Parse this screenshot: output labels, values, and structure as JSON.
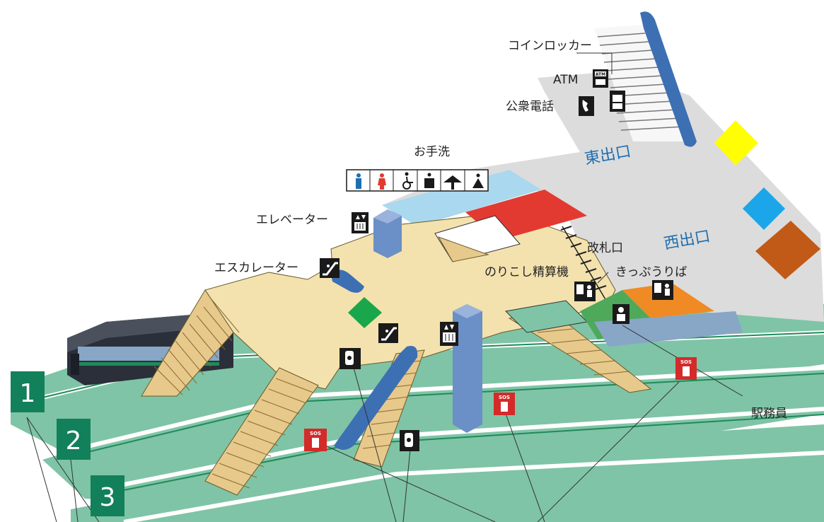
{
  "labels": {
    "coin_locker": "コインロッカー",
    "atm": "ATM",
    "payphone": "公衆電話",
    "east_exit": "東出口",
    "restroom": "お手洗",
    "west_exit": "西出口",
    "elevator": "エレベーター",
    "ticket_gate": "改札口",
    "escalator": "エスカレーター",
    "fare_adjust": "のりこし精算機",
    "ticket_office": "きっぷうりば",
    "station_staff": "駅務員"
  },
  "platforms": [
    "1",
    "2",
    "3"
  ],
  "icon_text": {
    "sos": "SOS",
    "atm": "ATM"
  },
  "colors": {
    "concourse": "#f3e2ae",
    "platform": "#7fc4a6",
    "track_line": "#1f8a5a",
    "platform_number_bg": "#12805a",
    "stairs": "#e7c98c",
    "elevator_shaft": "#6b8fc7",
    "escalator": "#3d6fb3",
    "ticket_gate_area": "#e23a31",
    "restroom_area": "#a9d8ef",
    "exit_area": "#dcdcdc",
    "ticket_office_area": "#f08a24",
    "staff_area": "#4ea95a",
    "sos": "#d42a2a",
    "marker_yellow": "#ffff00",
    "marker_blue": "#1aa6e8",
    "marker_orange": "#c25a17",
    "marker_green": "#1aa64a"
  },
  "icons": [
    "restroom-men-icon",
    "restroom-women-icon",
    "wheelchair-icon",
    "ostomate-icon",
    "baby-changing-icon",
    "baby-chair-icon",
    "elevator-icon",
    "escalator-icon",
    "atm-icon",
    "phone-icon",
    "locker-icon",
    "fare-adjust-icon",
    "ticket-machine-icon",
    "staff-icon",
    "sos-icon",
    "intercom-icon"
  ]
}
